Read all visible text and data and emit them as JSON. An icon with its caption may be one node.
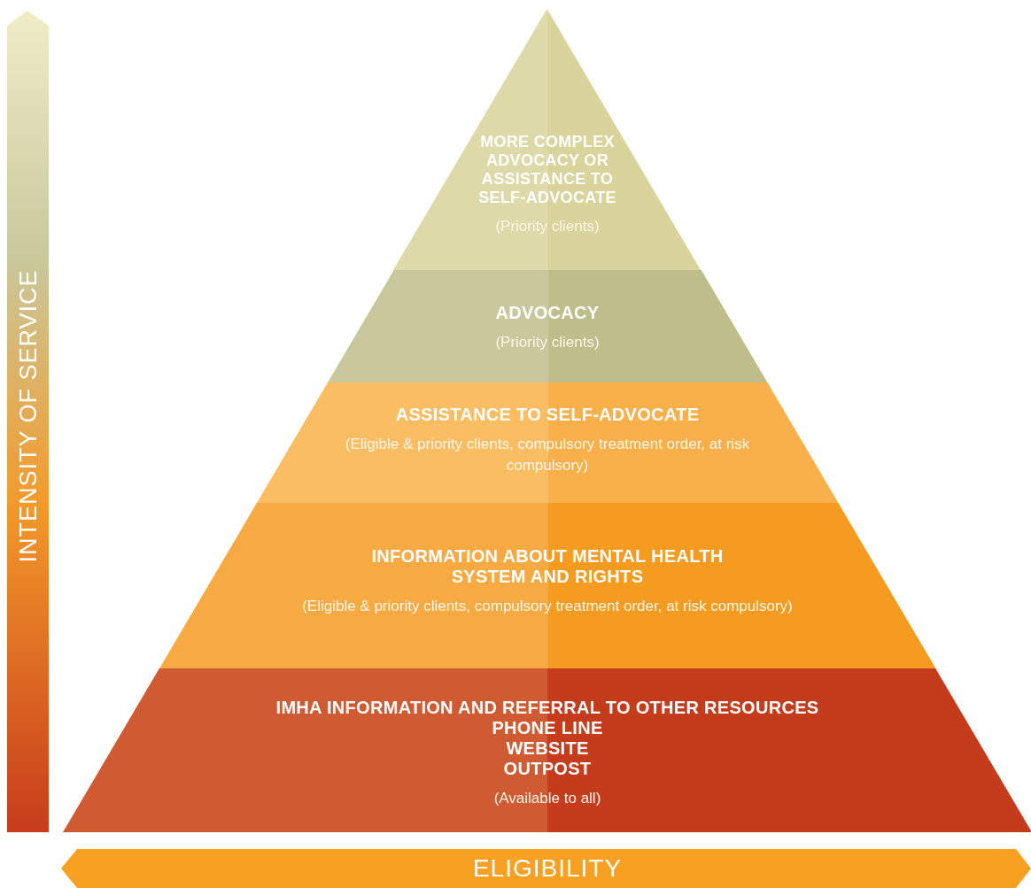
{
  "diagram": {
    "nodes": [
      {
        "text": [
          "MORE COMPLEX ADVOCACY OR ASSISTANCE TO SELF-ADVOCATE",
          "(Priority clients)"
        ]
      },
      {
        "text": [
          "ADVOCACY",
          "(Priority clients)"
        ]
      },
      {
        "text": [
          "ASSISTANCE TO SELF-ADVOCATE",
          "(Eligible & priority clients, compulsory treatment order, at risk compulsory)"
        ]
      },
      {
        "text": [
          "INFORMATION ABOUT MENTAL HEALTH SYSTEM AND RIGHTS",
          "(Eligible & priority clients, compulsory treatment order, at risk compulsory)"
        ]
      },
      {
        "text": [
          "IMHA INFORMATION AND REFERRAL TO OTHER RESOURCES",
          "PHONE LINE",
          "WEBSITE",
          "OUTPOST",
          "(Available to all)"
        ]
      }
    ],
    "labels": [
      "INTENSITY OF SERVICE",
      "ELIGIBILITY"
    ]
  }
}
